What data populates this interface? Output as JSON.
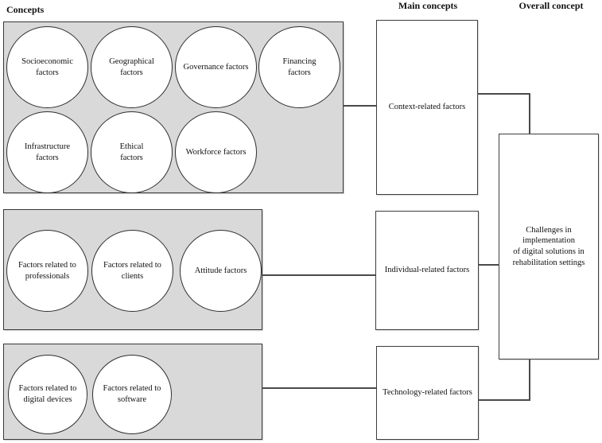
{
  "column_headers": {
    "concepts": "Concepts",
    "main_concepts": "Main concepts",
    "overall_concept": "Overall concept"
  },
  "concept_groups": [
    {
      "id": "context-concepts",
      "circles": [
        "Socioeconomic\nfactors",
        "Geographical\nfactors",
        "Governance factors",
        "Financing\nfactors",
        "Infrastructure\nfactors",
        "Ethical\nfactors",
        "Workforce factors"
      ]
    },
    {
      "id": "individual-concepts",
      "circles": [
        "Factors related to\nprofessionals",
        "Factors related to\nclients",
        "Attitude factors"
      ]
    },
    {
      "id": "technology-concepts",
      "circles": [
        "Factors related to\ndigital devices",
        "Factors related to\nsoftware"
      ]
    }
  ],
  "main_concepts": [
    "Context-related factors",
    "Individual-related factors",
    "Technology-related factors"
  ],
  "overall_concept": "Challenges in implementation\nof digital solutions in\nrehabilitation settings",
  "colors": {
    "group_fill": "#d9d9d9",
    "node_fill": "#ffffff",
    "line": "#4a4a4a"
  }
}
